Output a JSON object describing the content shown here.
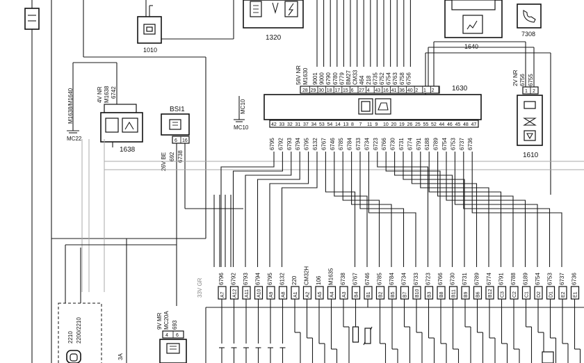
{
  "components": {
    "c1010": {
      "ref": "1010"
    },
    "c1320": {
      "ref": "1320"
    },
    "c1640": {
      "ref": "1640"
    },
    "c7308": {
      "ref": "7308"
    },
    "c1638": {
      "ref": "1638",
      "connector": "4V NR",
      "conn_ref": "M1638",
      "wire": "6742"
    },
    "c1630": {
      "ref": "1630"
    },
    "c1610": {
      "ref": "1610",
      "connector": "2V NR",
      "wires": [
        "6756",
        "6755"
      ],
      "pins": [
        "1",
        "2"
      ]
    },
    "bsi1": {
      "ref": "BSI1",
      "connector": "26V BE",
      "wire_top": "692",
      "wire_bottom": "6738",
      "pins": [
        "6",
        "16"
      ]
    },
    "mc20a": {
      "ref": "MC20A",
      "connector": "9V MR",
      "wire": "693",
      "pins": [
        "4",
        "6"
      ]
    },
    "c2210": {
      "refs": [
        "2210",
        "2200/2210"
      ],
      "extra": "3A"
    }
  },
  "grounds": {
    "m1638_label": "M1638/M1640",
    "mc22": "MC22",
    "mc10_top": "MC10",
    "mc10_bottom": "MC10"
  },
  "ecu_top_connector": {
    "title": "56V NR",
    "ref": "M1630",
    "wires": [
      "9001",
      "9000",
      "6790",
      "6780",
      "6779",
      "BM27",
      "CM33",
      "464",
      "218",
      "6735",
      "6752",
      "6754",
      "6763",
      "6758",
      "6756"
    ],
    "pins": [
      "28",
      "29",
      "30",
      "18",
      "17",
      "15",
      "6",
      "27",
      "4",
      "43",
      "16",
      "41",
      "36",
      "40",
      "2",
      "1",
      "2"
    ]
  },
  "ecu_bottom_connector": {
    "pins": [
      "42",
      "33",
      "32",
      "31",
      "37",
      "34",
      "53",
      "54",
      "14",
      "13",
      "8",
      "7",
      "11",
      "9",
      "10",
      "20",
      "19",
      "26",
      "25",
      "55",
      "52",
      "44",
      "46",
      "45",
      "48",
      "47"
    ],
    "wires": [
      "6795",
      "6792",
      "6793",
      "6794",
      "6795",
      "6132",
      "6767",
      "6746",
      "6785",
      "6784",
      "6733",
      "6734",
      "6723",
      "6766",
      "6730",
      "6731",
      "6774",
      "6791",
      "6188",
      "6789",
      "6754",
      "6753",
      "6737",
      "6736"
    ]
  },
  "bottom_connector": {
    "title": "33V GR",
    "pins": [
      "A7",
      "A12",
      "A11",
      "A10",
      "A9",
      "A8",
      "A1",
      "A2",
      "A5",
      "A4",
      "A3",
      "B4",
      "B1",
      "B2",
      "B5",
      "B7",
      "B10",
      "B3",
      "B8",
      "B11",
      "B9",
      "B6",
      "B12",
      "C3",
      "C2",
      "C1",
      "D2",
      "D1",
      "E2",
      "E1"
    ],
    "wires": [
      "6796",
      "6792",
      "6793",
      "6794",
      "6795",
      "6132",
      "220",
      "CM32H",
      "106",
      "M1635",
      "6738",
      "6767",
      "6746",
      "6785",
      "6784",
      "6734",
      "6733",
      "6723",
      "6766",
      "6730",
      "6731",
      "6789",
      "6774",
      "6791",
      "6788",
      "6189",
      "6754",
      "6753",
      "6737",
      "6736"
    ]
  },
  "colors": {
    "wire": "#1a1a1a",
    "gray_wire": "#a8a8a8",
    "background": "#ffffff"
  }
}
